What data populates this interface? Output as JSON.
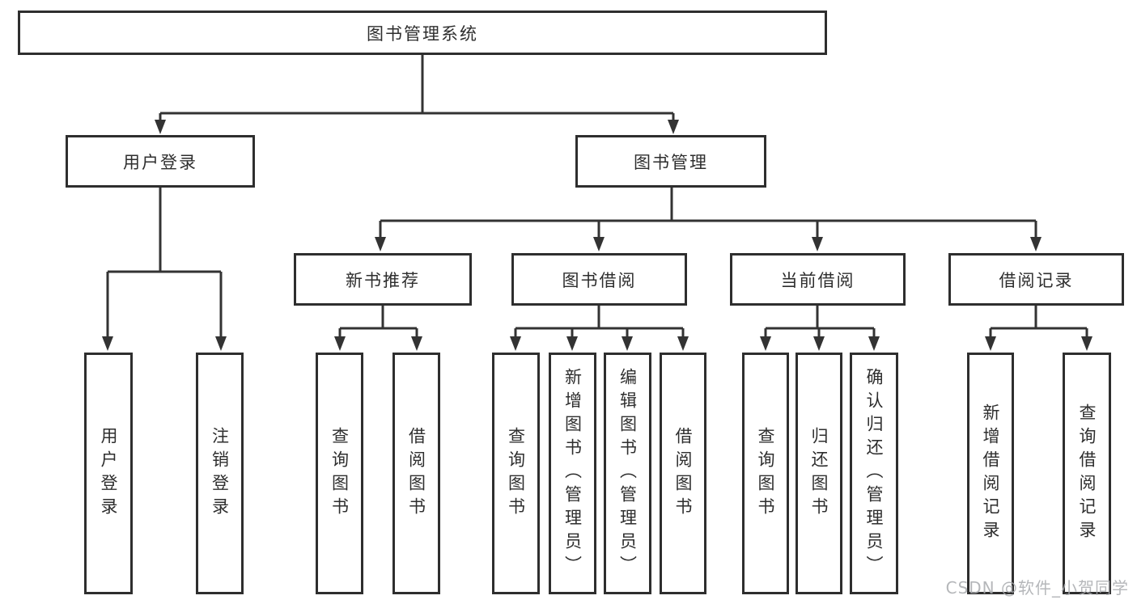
{
  "page": {
    "watermark": "CSDN @软件_小贺同学"
  },
  "colors": {
    "line": "#333333",
    "box_border": "#2e2e2e",
    "text": "#2e2e2e",
    "watermark": "#a8aaae",
    "background": "#ffffff"
  },
  "tree": {
    "root": "图书管理系统",
    "level2": [
      "用户登录",
      "图书管理"
    ],
    "level3": [
      "新书推荐",
      "图书借阅",
      "当前借阅",
      "借阅记录"
    ],
    "leaves": {
      "user_login": [
        "用户登录",
        "注销登录"
      ],
      "new_book": [
        "查询图书",
        "借阅图书"
      ],
      "book_borrow": [
        "查询图书",
        "新增图书（管理员）",
        "编辑图书（管理员）",
        "借阅图书"
      ],
      "current_borrow": [
        "查询图书",
        "归还图书",
        "确认归还（管理员）"
      ],
      "borrow_records": [
        "新增借阅记录",
        "查询借阅记录"
      ]
    }
  }
}
